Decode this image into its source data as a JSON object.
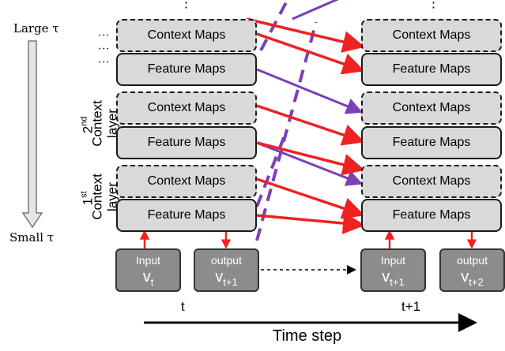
{
  "scale": {
    "large_label": "Large τ",
    "small_label": "Small τ"
  },
  "left_dots": "⋮⋮⋮",
  "top_dots": "⋮",
  "layer_labels": [
    {
      "ordinal": "2",
      "suffix": "nd",
      "line1": "Context",
      "line2": "layer"
    },
    {
      "ordinal": "1",
      "suffix": "st",
      "line1": "Context",
      "line2": "layer"
    }
  ],
  "columns": [
    {
      "maps": [
        "Context Maps",
        "Feature Maps",
        "Context Maps",
        "Feature Maps",
        "Context Maps",
        "Feature Maps"
      ],
      "input": {
        "label": "Input",
        "symbol": "v",
        "sub": "t"
      },
      "output": {
        "label": "output",
        "symbol": "v",
        "sub": "t+1"
      },
      "time_label": "t"
    },
    {
      "maps": [
        "Context Maps",
        "Feature Maps",
        "Context Maps",
        "Feature Maps",
        "Context Maps",
        "Feature Maps"
      ],
      "input": {
        "label": "Input",
        "symbol": "v",
        "sub": "t+1"
      },
      "output": {
        "label": "output",
        "symbol": "v",
        "sub": "t+2"
      },
      "time_label": "t+1"
    }
  ],
  "axis_label": "Time step",
  "colors": {
    "red_arrow": "#ee2222",
    "purple_arrow": "#7b3fb8",
    "box_fill": "#d9d9d9",
    "io_fill": "#8c8c8c"
  }
}
